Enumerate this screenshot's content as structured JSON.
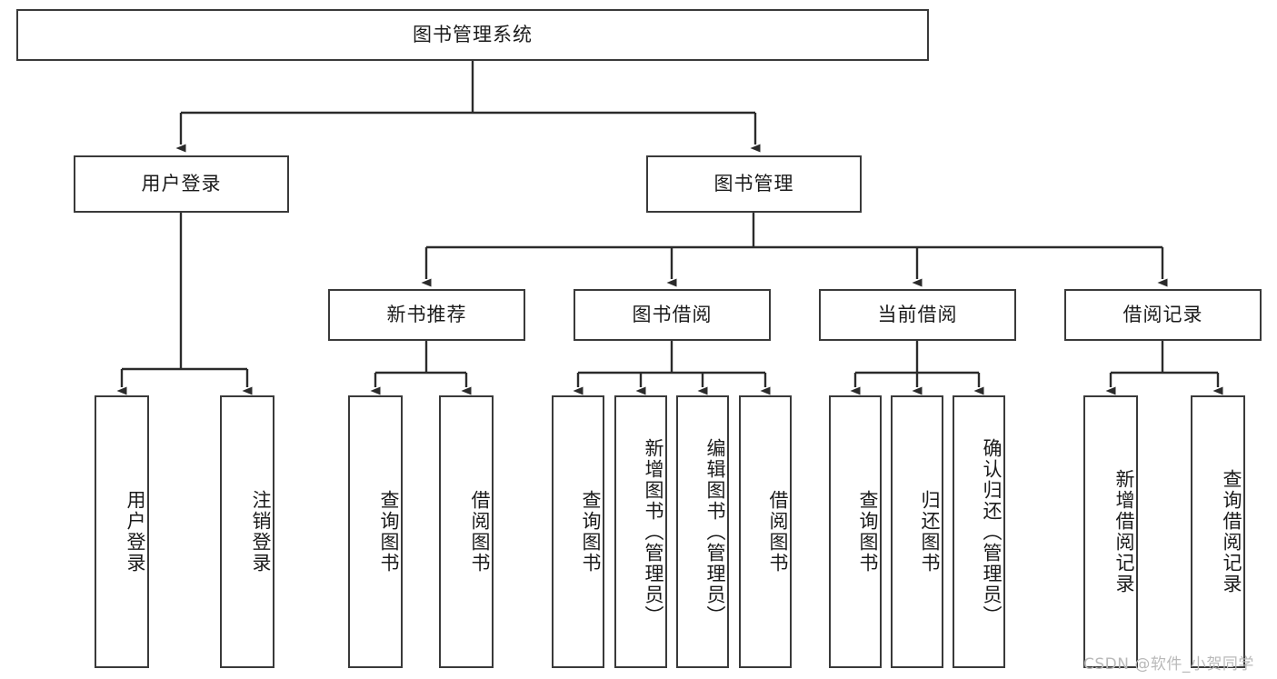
{
  "diagram": {
    "title": "图书管理系统",
    "type": "tree-hierarchy-chart",
    "orientation": "top-down",
    "colors": {
      "box_border": "#3a3a3a",
      "box_fill": "#ffffff",
      "edge": "#2b2b2b",
      "text": "#1b1b1b",
      "watermark": "#b9b9b9",
      "background": "#ffffff"
    },
    "root": {
      "label": "图书管理系统"
    },
    "level2": [
      {
        "label": "用户登录"
      },
      {
        "label": "图书管理"
      }
    ],
    "level3": [
      {
        "label": "新书推荐"
      },
      {
        "label": "图书借阅"
      },
      {
        "label": "当前借阅"
      },
      {
        "label": "借阅记录"
      }
    ],
    "leaves": {
      "user_login": [
        {
          "label": "用户登录"
        },
        {
          "label": "注销登录"
        }
      ],
      "new_book_recommend": [
        {
          "label": "查询图书"
        },
        {
          "label": "借阅图书"
        }
      ],
      "book_borrow": [
        {
          "label": "查询图书"
        },
        {
          "label": "新增图书（管理员）"
        },
        {
          "label": "编辑图书（管理员）"
        },
        {
          "label": "借阅图书"
        }
      ],
      "current_borrow": [
        {
          "label": "查询图书"
        },
        {
          "label": "归还图书"
        },
        {
          "label": "确认归还（管理员）"
        }
      ],
      "borrow_record": [
        {
          "label": "新增借阅记录"
        },
        {
          "label": "查询借阅记录"
        }
      ]
    }
  },
  "watermark": {
    "text": "CSDN @软件_小贺同学"
  }
}
